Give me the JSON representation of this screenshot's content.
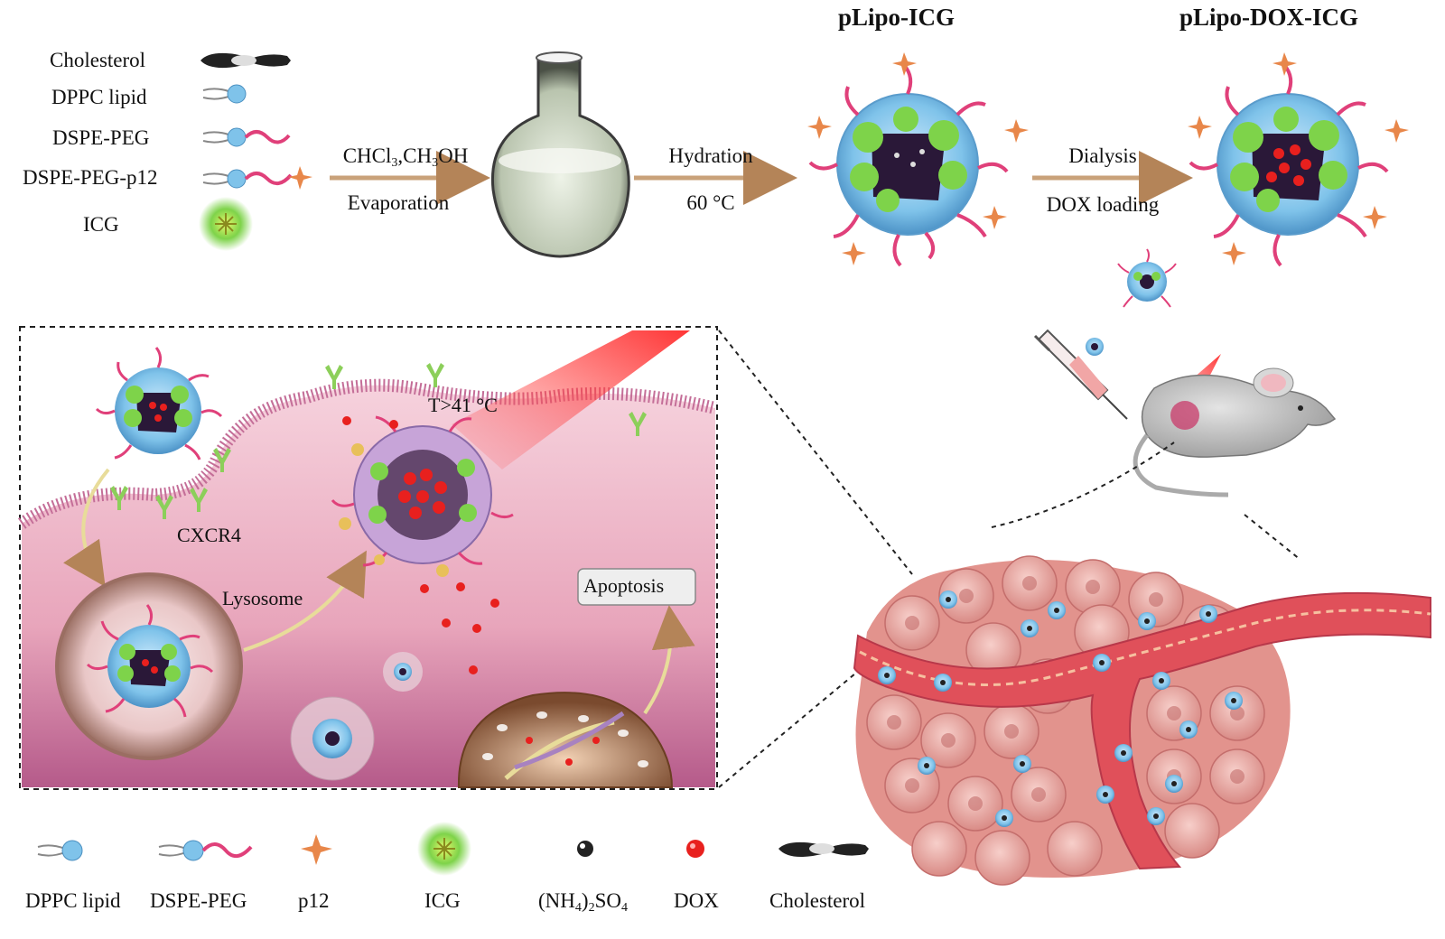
{
  "components": {
    "cholesterol": "Cholesterol",
    "dppc": "DPPC lipid",
    "dspe_peg": "DSPE-PEG",
    "dspe_peg_p12": "DSPE-PEG-p12",
    "icg": "ICG"
  },
  "steps": {
    "solvents": {
      "main": "CHCl",
      "sub1": "3",
      "mid": ",CH",
      "sub2": "3",
      "end": "OH"
    },
    "evaporation": "Evaporation",
    "hydration": "Hydration",
    "hydration_temp": "60 °C",
    "dialysis": "Dialysis",
    "dox_loading": "DOX loading"
  },
  "products": {
    "plipo_icg": "pLipo-ICG",
    "plipo_dox_icg": "pLipo-DOX-ICG"
  },
  "cell": {
    "temperature": "T>41 °C",
    "receptor": "CXCR4",
    "lysosome": "Lysosome",
    "apoptosis": "Apoptosis"
  },
  "legend": {
    "dppc": "DPPC lipid",
    "dspe_peg": "DSPE-PEG",
    "p12": "p12",
    "icg": "ICG",
    "ammonium_sulfate": {
      "a": "(NH",
      "s1": "4",
      "b": ")",
      "s2": "2",
      "c": "SO",
      "s3": "4"
    },
    "dox": "DOX",
    "cholesterol": "Cholesterol"
  },
  "colors": {
    "lipid_blue": "#7fc3ea",
    "peg_pink": "#e0407a",
    "p12_orange": "#e8874a",
    "icg_green": "#7ed34a",
    "dox_red": "#e8201e",
    "core_dark": "#2a1838",
    "cell_pink": "#e7a2b8",
    "vessel_red": "#e0505a",
    "tumor_pink": "#eba6a0",
    "arrow_tan": "#c9a27a"
  }
}
